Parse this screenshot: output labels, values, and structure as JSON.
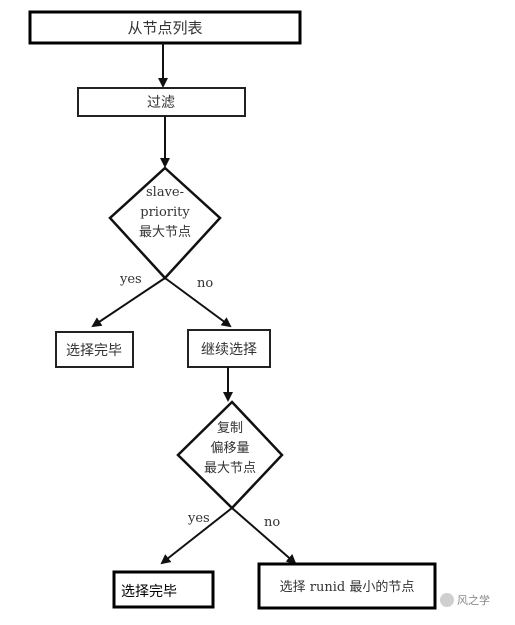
{
  "diagram": {
    "start_box": "从节点列表",
    "filter_box": "过滤",
    "decision1": [
      "slave-",
      "priority",
      "最大节点"
    ],
    "yes_label_1": "yes",
    "no_label_1": "no",
    "done_box_1": "选择完毕",
    "continue_box": "继续选择",
    "decision2": [
      "复制",
      "偏移量",
      "最大节点"
    ],
    "yes_label_2": "yes",
    "no_label_2": "no",
    "done_box_2": "选择完毕",
    "runid_box": "选择 runid 最小的节点"
  },
  "watermark": {
    "text": "风之学"
  }
}
